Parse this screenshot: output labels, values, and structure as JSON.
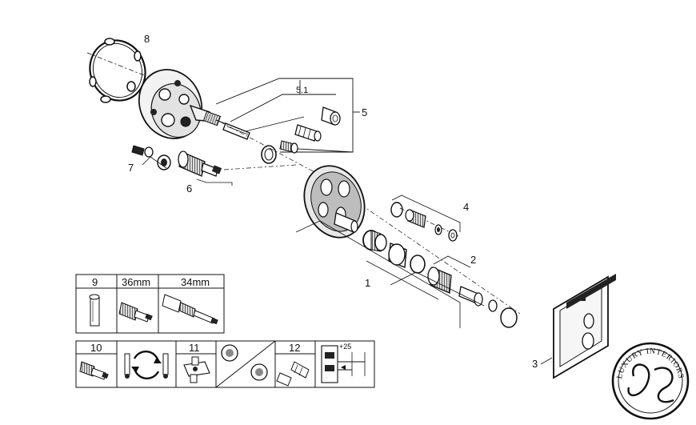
{
  "callouts": {
    "c1": "1",
    "c2": "2",
    "c3": "3",
    "c4": "4",
    "c5": "5",
    "c5_1": "5.1",
    "c6": "6",
    "c7": "7",
    "c8": "8"
  },
  "parts_table": {
    "cell9": "9",
    "size36": "36mm",
    "size34": "34mm",
    "cell10": "10",
    "cell11": "11",
    "cell12": "12",
    "offset": "+25"
  },
  "watermark": {
    "text": "LUXURY INTERIORS"
  },
  "colors": {
    "line": "#111111",
    "part_fill": "#f4f4f4",
    "dark_fill": "#222222"
  }
}
